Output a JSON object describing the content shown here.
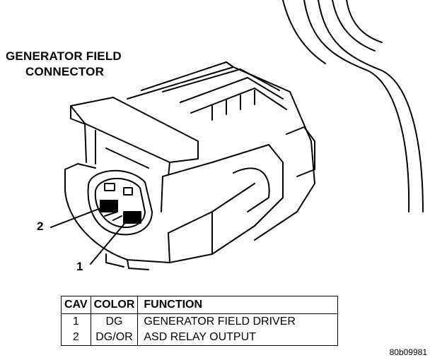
{
  "title_line1": "GENERATOR FIELD",
  "title_line2": "CONNECTOR",
  "callouts": [
    "2",
    "1"
  ],
  "table": {
    "headers": [
      "CAV",
      "COLOR",
      "FUNCTION"
    ],
    "rows": [
      [
        "1",
        "DG",
        "GENERATOR FIELD DRIVER"
      ],
      [
        "2",
        "DG/OR",
        "ASD RELAY OUTPUT"
      ]
    ]
  },
  "figure_id": "80b09981"
}
